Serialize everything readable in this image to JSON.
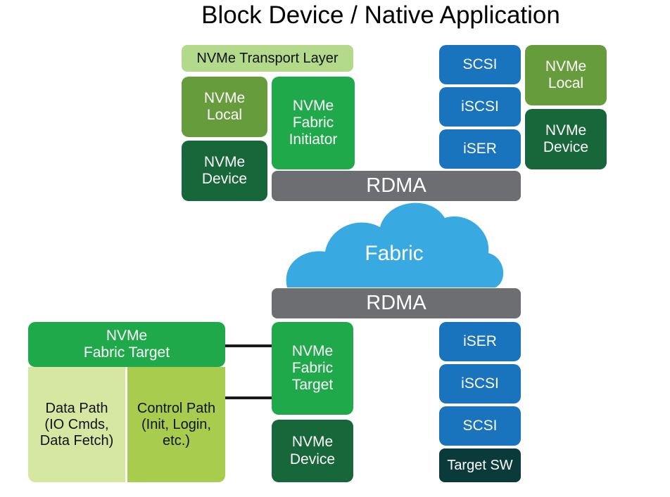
{
  "title": "Block Device / Native Application",
  "initiator": {
    "transport_layer": "NVMe Transport Layer",
    "nvme_local": "NVMe\nLocal",
    "nvme_device": "NVMe\nDevice",
    "fabric_initiator": "NVMe\nFabric\nInitiator",
    "rdma": "RDMA",
    "scsi": "SCSI",
    "iscsi": "iSCSI",
    "iser": "iSER",
    "nvme_local_right": "NVMe\nLocal",
    "nvme_device_right": "NVMe\nDevice"
  },
  "fabric": {
    "label": "Fabric"
  },
  "target": {
    "rdma": "RDMA",
    "fabric_target_wide": "NVMe\nFabric Target",
    "data_path": "Data Path\n(IO Cmds,\nData Fetch)",
    "control_path": "Control Path\n(Init, Login,\netc.)",
    "fabric_target": "NVMe\nFabric\nTarget",
    "nvme_device": "NVMe\nDevice",
    "iser": "iSER",
    "iscsi": "iSCSI",
    "scsi": "SCSI",
    "target_sw": "Target SW"
  },
  "colors": {
    "light_green": "#b3d98a",
    "mid_green": "#679c3c",
    "bright_green": "#20a94a",
    "dark_green": "#17673a",
    "gray": "#6d6e71",
    "blue": "#1a73bd",
    "cloud_blue": "#39a9e1",
    "pale_green": "#d6e7a2",
    "lime_green": "#a8cc4d",
    "navy_dark": "#0b3a3a"
  }
}
